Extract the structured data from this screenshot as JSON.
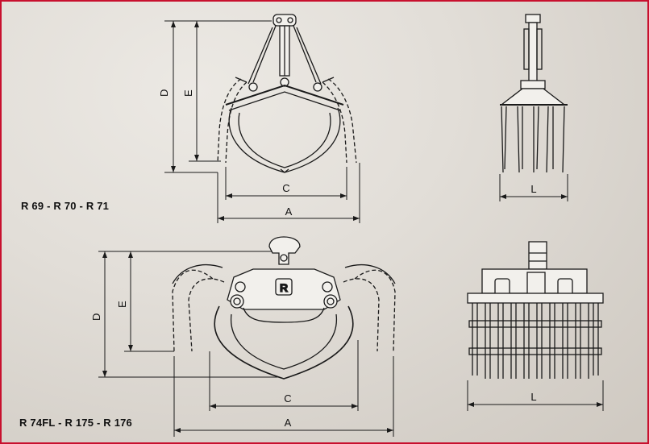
{
  "models": {
    "top": "R 69 - R 70 - R 71",
    "bottom": "R 74FL - R 175 - R 176"
  },
  "dimensions": {
    "a": "A",
    "c": "C",
    "d": "D",
    "e": "E",
    "l": "L"
  },
  "logo_mark": "R",
  "colors": {
    "border": "#c8102e",
    "line": "#1a1a1a"
  }
}
